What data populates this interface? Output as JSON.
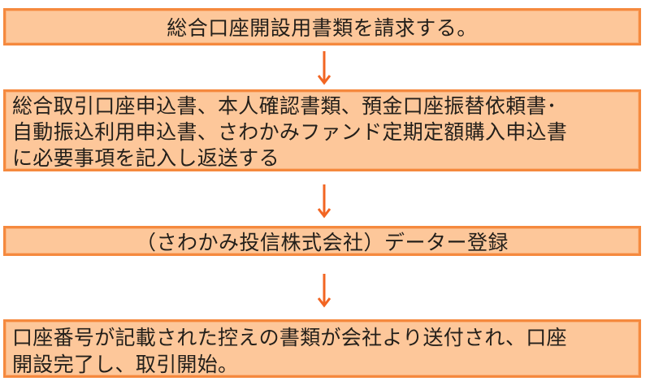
{
  "flowchart": {
    "colors": {
      "box_fill": "#fdc79a",
      "box_border": "#f5893e",
      "arrow": "#f26522",
      "text": "#231f1a"
    },
    "steps": [
      {
        "lines": [
          "総合口座開設用書類を請求する。"
        ]
      },
      {
        "lines": [
          "総合取引口座申込書、本人確認書類、預金口座振替依頼書･",
          "自動振込利用申込書、さわかみファンド定期定額購入申込書",
          "に必要事項を記入し返送する"
        ]
      },
      {
        "lines": [
          "（さわかみ投信株式会社）データー登録"
        ]
      },
      {
        "lines": [
          "口座番号が記載された控えの書類が会社より送付され、口座",
          "開設完了し、取引開始。"
        ]
      }
    ],
    "arrows": [
      {
        "icon": "arrow-down-icon"
      },
      {
        "icon": "arrow-down-icon"
      },
      {
        "icon": "arrow-down-icon"
      }
    ]
  }
}
